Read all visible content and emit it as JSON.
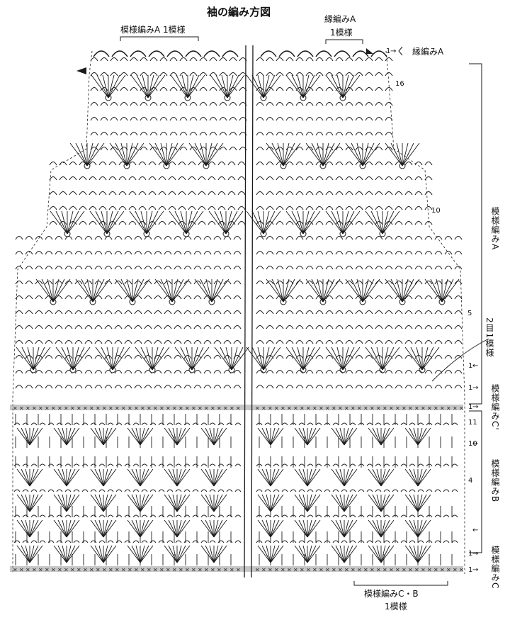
{
  "title": "袖の編み方図",
  "top_left_label": "模様編みA  1模様",
  "top_right_label_line1": "縁編みA",
  "top_right_label_line2": "1模様",
  "row1_edging_label": "縁編みA",
  "bottom_label_line1": "模様編みC・B",
  "bottom_label_line2": "1模様",
  "side_labels": {
    "pattern_a": "模様編みA",
    "decrease": "2目1模様",
    "pattern_c_prime": "模様編みC'",
    "pattern_b": "模様編みB",
    "pattern_c": "模様編みC"
  },
  "row_numbers": {
    "r16": "16",
    "r10": "10",
    "r5": "5",
    "r11": "11",
    "r10b": "10",
    "r4": "4",
    "r1_top": "1",
    "r1_mid": "1",
    "r1_cprime": "1",
    "r1_bottom": "1",
    "r1_b1": "1",
    "r1_b2": "1"
  },
  "arrow_glyph": "←",
  "arrow_glyph_right": "→",
  "colors": {
    "ink": "#1a1a1a",
    "band": "#999999",
    "paper": "#ffffff"
  }
}
